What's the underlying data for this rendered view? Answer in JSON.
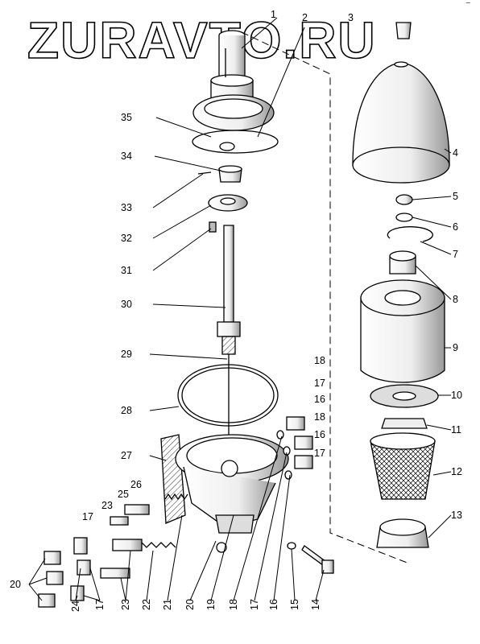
{
  "watermark": "ZURAVTO.RU",
  "corner_mark": "⁻",
  "labels": {
    "n1": "1",
    "n2": "2",
    "n3": "3",
    "n4": "4",
    "n5": "5",
    "n6": "6",
    "n7": "7",
    "n8": "8",
    "n9": "9",
    "n10": "10",
    "n11": "11",
    "n12": "12",
    "n13": "13",
    "n14": "14",
    "n15": "15",
    "n16a": "16",
    "n16b": "16",
    "n16c": "16",
    "n17a": "17",
    "n17b": "17",
    "n17c": "17",
    "n17d": "17",
    "n17e": "17",
    "n18a": "18",
    "n18b": "18",
    "n18c": "18",
    "n19": "19",
    "n20a": "20",
    "n20b": "20",
    "n21": "21",
    "n22": "22",
    "n23a": "23",
    "n23b": "23",
    "n24": "24",
    "n25": "25",
    "n26": "26",
    "n27": "27",
    "n28": "28",
    "n29": "29",
    "n30": "30",
    "n31": "31",
    "n32": "32",
    "n33": "33",
    "n34": "34",
    "n35": "35"
  }
}
